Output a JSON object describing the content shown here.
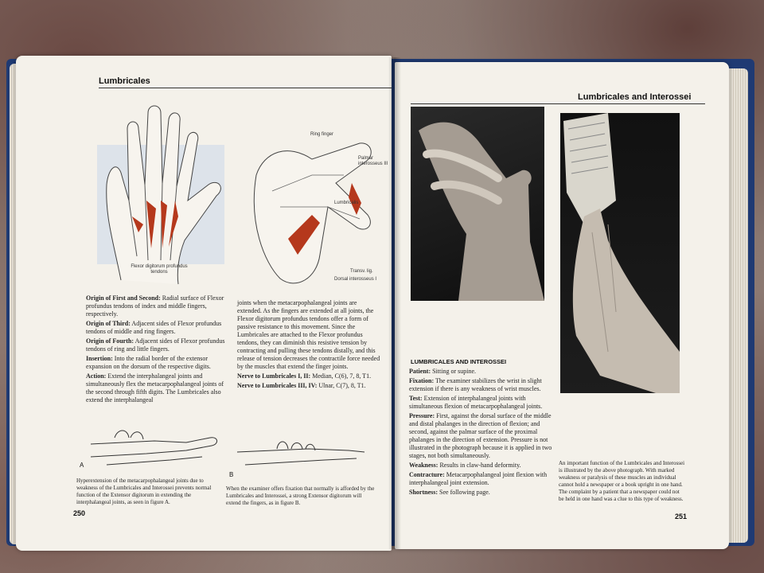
{
  "left_page": {
    "running_head": "Lumbricales",
    "page_number": "250",
    "figure_labels": {
      "flexor": "Flexor digitorum profundus tendons",
      "ring": "Ring finger",
      "palmar": "Palmar interosseus III",
      "lumbricalis": "Lumbricalis",
      "transv": "Transv. lig.",
      "dorsal": "Dorsal interosseus I"
    },
    "col1": [
      {
        "term": "Origin of First and Second:",
        "text": "Radial surface of Flexor profundus tendons of index and middle fingers, respectively."
      },
      {
        "term": "Origin of Third:",
        "text": "Adjacent sides of Flexor profundus tendons of middle and ring fingers."
      },
      {
        "term": "Origin of Fourth:",
        "text": "Adjacent sides of Flexor profundus tendons of ring and little fingers."
      },
      {
        "term": "Insertion:",
        "text": "Into the radial border of the extensor expansion on the dorsum of the respective digits."
      },
      {
        "term": "Action:",
        "text": "Extend the interphalangeal joints and simultaneously flex the metacarpophalangeal joints of the second through fifth digits. The Lumbricales also extend the interphalangeal"
      }
    ],
    "col2_text": "joints when the metacarpophalangeal joints are extended. As the fingers are extended at all joints, the Flexor digitorum profundus tendons offer a form of passive resistance to this movement. Since the Lumbricales are attached to the Flexor profundus tendons, they can diminish this resistive tension by contracting and pulling these tendons distally, and this release of tension decreases the contractile force needed by the muscles that extend the finger joints.",
    "nerve1_term": "Nerve to Lumbricales I, II:",
    "nerve1_text": "Median, C(6), 7, 8, T1.",
    "nerve2_term": "Nerve to Lumbricales III, IV:",
    "nerve2_text": "Ulnar, C(7), 8, T1.",
    "fig_a_letter": "A",
    "fig_b_letter": "B",
    "caption_a": "Hyperextension of the metacarpophalangeal joints due to weakness of the Lumbricales and Interossei prevents normal function of the Extensor digitorum in extending the interphalangeal joints, as seen in figure A.",
    "caption_b": "When the examiner offers fixation that normally is afforded by the Lumbricales and Interossei, a strong Extensor digitorum will extend the fingers, as in figure B."
  },
  "right_page": {
    "running_head": "Lumbricales and Interossei",
    "page_number": "251",
    "section_title": "LUMBRICALES AND INTEROSSEI",
    "items": [
      {
        "term": "Patient:",
        "text": "Sitting or supine."
      },
      {
        "term": "Fixation:",
        "text": "The examiner stabilizes the wrist in slight extension if there is any weakness of wrist muscles."
      },
      {
        "term": "Test:",
        "text": "Extension of interphalangeal joints with simultaneous flexion of metacarpophalangeal joints."
      },
      {
        "term": "Pressure:",
        "text": "First, against the dorsal surface of the middle and distal phalanges in the direction of flexion; and second, against the palmar surface of the proximal phalanges in the direction of extension. Pressure is not illustrated in the photograph because it is applied in two stages, not both simultaneously."
      },
      {
        "term": "Weakness:",
        "text": "Results in claw-hand deformity."
      },
      {
        "term": "Contracture:",
        "text": "Metacarpophalangeal joint flexion with interphalangeal joint extension."
      },
      {
        "term": "Shortness:",
        "text": "See following page."
      }
    ],
    "side_caption": "An important function of the Lumbricales and Interossei is illustrated by the above photograph. With marked weakness or paralysis of these muscles an individual cannot hold a newspaper or a book upright in one hand. The complaint by a patient that a newspaper could not be held in one hand was a clue to this type of weakness."
  },
  "colors": {
    "cover": "#1f3a73",
    "paper": "#f4f1ea",
    "muscle": "#b5381c"
  }
}
